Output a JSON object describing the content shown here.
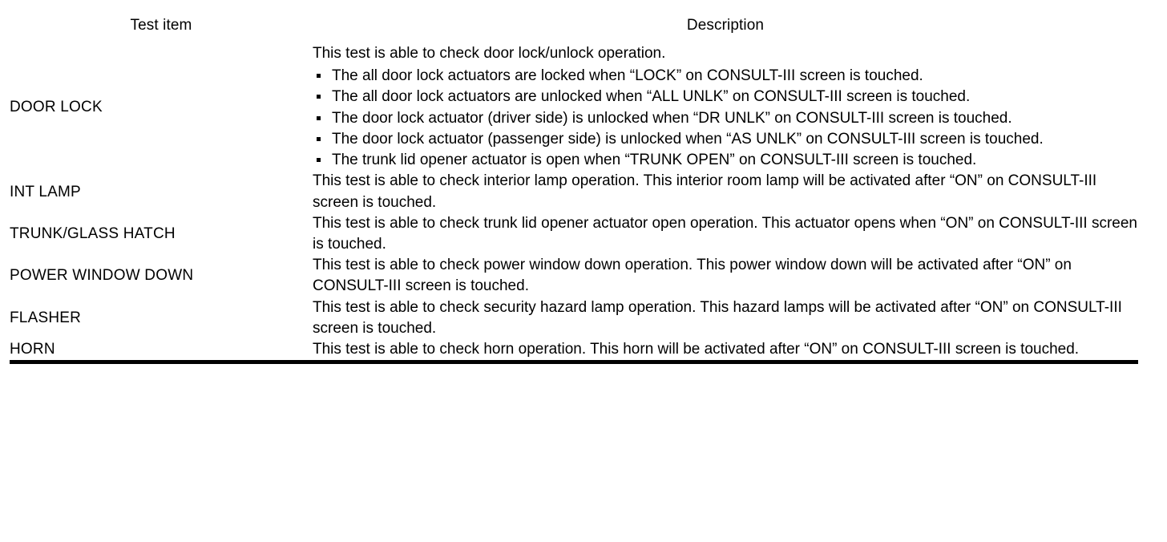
{
  "table": {
    "columns": {
      "test_item": "Test item",
      "description": "Description"
    },
    "rows": [
      {
        "test_item": "DOOR LOCK",
        "intro": "This test is able to check door lock/unlock operation.",
        "bullets": [
          "The all door lock actuators are locked when “LOCK” on CONSULT-III screen is touched.",
          "The all door lock actuators are unlocked when “ALL UNLK” on CONSULT-III screen is touched.",
          "The door lock actuator (driver side) is unlocked when “DR UNLK” on CONSULT-III screen is touched.",
          "The door lock actuator (passenger side) is unlocked when “AS UNLK” on CONSULT-III screen is touched.",
          "The trunk lid opener actuator is open when “TRUNK OPEN” on CONSULT-III screen is touched."
        ]
      },
      {
        "test_item": "INT LAMP",
        "intro": "This test is able to check interior lamp operation. This interior room lamp will be activated after “ON” on CONSULT-III screen is touched.",
        "bullets": []
      },
      {
        "test_item": "TRUNK/GLASS HATCH",
        "intro": "This test is able to check trunk lid opener actuator open operation. This actuator opens when “ON” on CONSULT-III screen is touched.",
        "bullets": []
      },
      {
        "test_item": "POWER WINDOW DOWN",
        "intro": "This test is able to check power window down operation. This power window down will be activated after “ON” on CONSULT-III screen is touched.",
        "bullets": []
      },
      {
        "test_item": "FLASHER",
        "intro": "This test is able to check security hazard lamp operation. This hazard lamps will be activated after “ON” on CONSULT-III screen is touched.",
        "bullets": []
      },
      {
        "test_item": "HORN",
        "intro": "This test is able to check horn operation. This horn will be activated after “ON” on CONSULT-III screen is touched.",
        "bullets": []
      }
    ]
  }
}
